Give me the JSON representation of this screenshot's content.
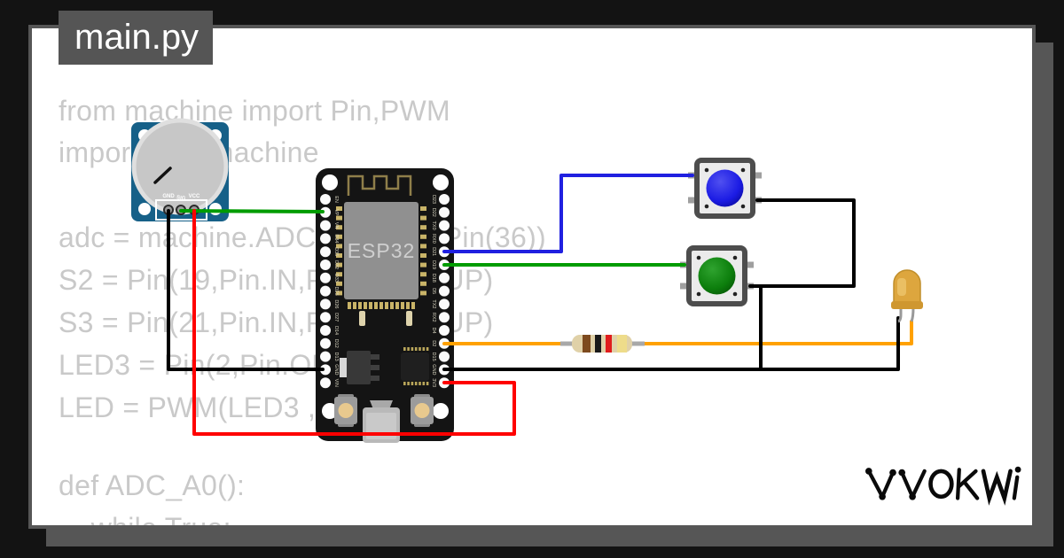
{
  "window": {
    "tab_title": "main.py"
  },
  "code_lines": [
    "from machine import Pin,PWM",
    "import time,machine",
    "adc = machine.ADC(machine.Pin(36))",
    "S2 = Pin(19,Pin.IN,Pin.PULL_UP)",
    "S3 = Pin(21,Pin.IN,Pin.PULL_UP)",
    "LED3 = Pin(2,Pin.OUT)",
    "LED = PWM(LED3 ,1000)",
    "def ADC_A0():",
    "    while True:"
  ],
  "esp32": {
    "chip_label": "ESP32",
    "left_pins": [
      "EN",
      "VP",
      "VN",
      "D34",
      "D35",
      "D32",
      "D33",
      "D25",
      "D26",
      "D27",
      "D14",
      "D12",
      "D13",
      "GND",
      "VIN"
    ],
    "right_pins": [
      "D23",
      "D22",
      "TX0",
      "RX0",
      "D21",
      "D19",
      "D18",
      "D5",
      "TX2",
      "RX2",
      "D4",
      "D2",
      "D15",
      "GND",
      "3V3"
    ]
  },
  "potentiometer": {
    "pin_labels": [
      "GND",
      "SIG",
      "VCC"
    ]
  },
  "buttons": [
    {
      "id": "blue-pushbutton",
      "cap_color": "#1b1be4",
      "cap_highlight": "#5050f0"
    },
    {
      "id": "green-pushbutton",
      "cap_color": "#0c7e0c",
      "cap_highlight": "#2fa32f"
    }
  ],
  "resistor": {
    "band_colors": [
      "#7d4a1e",
      "#191919",
      "#e01c1c",
      "#eedc8a"
    ],
    "body_color": "#e0d1a8"
  },
  "led": {
    "body_color": "#dda63e"
  },
  "wires": [
    {
      "id": "pot-sig-to-vp",
      "color": "#009c00"
    },
    {
      "id": "pot-gnd-to-gnd",
      "color": "#000000"
    },
    {
      "id": "pot-vcc-to-3v3",
      "color": "#ff0000"
    },
    {
      "id": "d21-to-blue-button",
      "color": "#2020e0"
    },
    {
      "id": "d19-to-green-button",
      "color": "#009c00"
    },
    {
      "id": "d2-to-resistor-to-led",
      "color": "#ffa100"
    },
    {
      "id": "gnd-to-led-cathode",
      "color": "#000000"
    },
    {
      "id": "blue-btn-to-green-btn",
      "color": "#000000"
    },
    {
      "id": "green-btn-to-gnd-rail",
      "color": "#000000"
    }
  ],
  "logo": {
    "text": "WOKWI"
  }
}
